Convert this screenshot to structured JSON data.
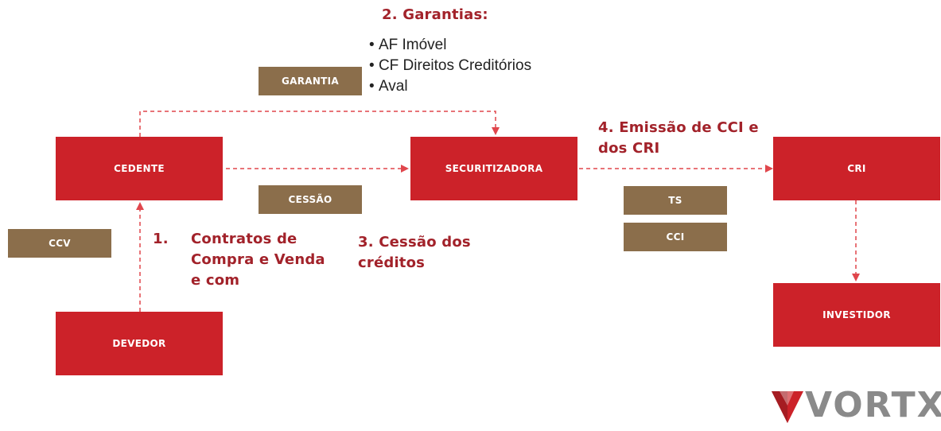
{
  "nodes": {
    "cedente": "CEDENTE",
    "securitizadora": "SECURITIZADORA",
    "cri": "CRI",
    "investidor": "INVESTIDOR",
    "devedor": "DEVEDOR"
  },
  "tags": {
    "garantia": "GARANTIA",
    "cessao": "CESSÃO",
    "ccv": "CCV",
    "ts": "TS",
    "cci": "CCI"
  },
  "steps": {
    "step1_number": "1.",
    "step1_line1": "Contratos de",
    "step1_line2": "Compra e Venda",
    "step1_line3": "e com",
    "step2_title": "2. Garantias:",
    "step2_items": [
      "AF Imóvel",
      "CF Direitos Creditórios",
      "Aval"
    ],
    "step3_line1": "3. Cessão dos",
    "step3_line2": "créditos",
    "step4_line1": "4. Emissão de CCI e",
    "step4_line2": "dos CRI"
  },
  "logo": {
    "text": "VORTX"
  },
  "colors": {
    "node_red": "#cc2229",
    "tag_brown": "#8b6e4b",
    "label_red": "#a2222a",
    "arrow": "#e0464c"
  }
}
